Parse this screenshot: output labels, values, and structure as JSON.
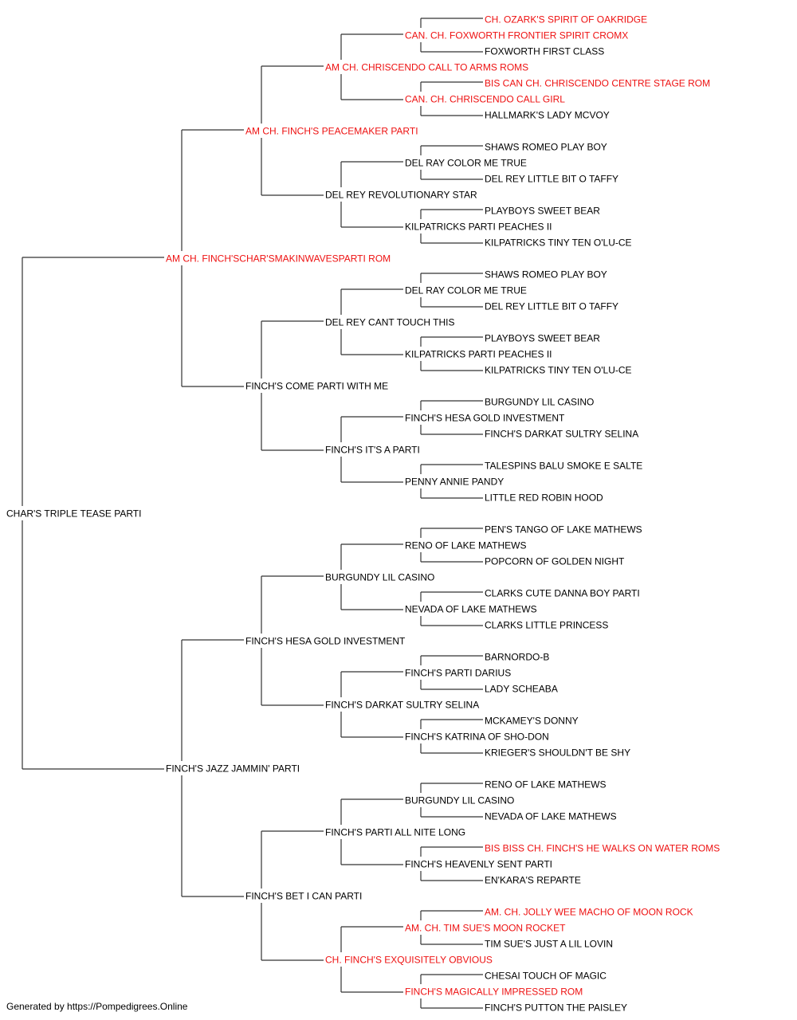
{
  "pedigree": {
    "subject": {
      "name": "CHAR'S TRIPLE TEASE PARTI",
      "titled": false
    },
    "sire": {
      "name": "AM CH. FINCH'SCHAR'SMAKINWAVESPARTI ROM",
      "titled": true,
      "sire": {
        "name": "AM CH. FINCH'S PEACEMAKER PARTI",
        "titled": true,
        "sire": {
          "name": "AM CH. CHRISCENDO CALL TO ARMS ROMS",
          "titled": true,
          "sire": {
            "name": "CAN. CH. FOXWORTH FRONTIER SPIRIT CROMX",
            "titled": true,
            "sire": {
              "name": "CH. OZARK'S SPIRIT OF OAKRIDGE",
              "titled": true
            },
            "dam": {
              "name": "FOXWORTH FIRST CLASS",
              "titled": false
            }
          },
          "dam": {
            "name": "CAN. CH. CHRISCENDO CALL GIRL",
            "titled": true,
            "sire": {
              "name": "BIS CAN CH. CHRISCENDO CENTRE STAGE ROM",
              "titled": true
            },
            "dam": {
              "name": "HALLMARK'S LADY MCVOY",
              "titled": false
            }
          }
        },
        "dam": {
          "name": "DEL REY REVOLUTIONARY STAR",
          "titled": false,
          "sire": {
            "name": "DEL RAY COLOR ME TRUE",
            "titled": false,
            "sire": {
              "name": "SHAWS ROMEO PLAY BOY",
              "titled": false
            },
            "dam": {
              "name": "DEL REY LITTLE BIT O TAFFY",
              "titled": false
            }
          },
          "dam": {
            "name": "KILPATRICKS PARTI PEACHES II",
            "titled": false,
            "sire": {
              "name": "PLAYBOYS SWEET BEAR",
              "titled": false
            },
            "dam": {
              "name": "KILPATRICKS TINY TEN O'LU-CE",
              "titled": false
            }
          }
        }
      },
      "dam": {
        "name": "FINCH'S COME PARTI WITH ME",
        "titled": false,
        "sire": {
          "name": "DEL REY CANT TOUCH THIS",
          "titled": false,
          "sire": {
            "name": "DEL RAY COLOR ME TRUE",
            "titled": false,
            "sire": {
              "name": "SHAWS ROMEO PLAY BOY",
              "titled": false
            },
            "dam": {
              "name": "DEL REY LITTLE BIT O TAFFY",
              "titled": false
            }
          },
          "dam": {
            "name": "KILPATRICKS PARTI PEACHES II",
            "titled": false,
            "sire": {
              "name": "PLAYBOYS SWEET BEAR",
              "titled": false
            },
            "dam": {
              "name": "KILPATRICKS TINY TEN O'LU-CE",
              "titled": false
            }
          }
        },
        "dam": {
          "name": "FINCH'S IT'S A PARTI",
          "titled": false,
          "sire": {
            "name": "FINCH'S HESA GOLD INVESTMENT",
            "titled": false,
            "sire": {
              "name": "BURGUNDY LIL CASINO",
              "titled": false
            },
            "dam": {
              "name": "FINCH'S DARKAT SULTRY SELINA",
              "titled": false
            }
          },
          "dam": {
            "name": "PENNY ANNIE PANDY",
            "titled": false,
            "sire": {
              "name": "TALESPINS BALU SMOKE E SALTE",
              "titled": false
            },
            "dam": {
              "name": "LITTLE RED ROBIN HOOD",
              "titled": false
            }
          }
        }
      }
    },
    "dam": {
      "name": "FINCH'S JAZZ JAMMIN' PARTI",
      "titled": false,
      "sire": {
        "name": "FINCH'S HESA GOLD INVESTMENT",
        "titled": false,
        "sire": {
          "name": "BURGUNDY LIL CASINO",
          "titled": false,
          "sire": {
            "name": "RENO OF LAKE MATHEWS",
            "titled": false,
            "sire": {
              "name": "PEN'S TANGO OF LAKE MATHEWS",
              "titled": false
            },
            "dam": {
              "name": "POPCORN OF GOLDEN NIGHT",
              "titled": false
            }
          },
          "dam": {
            "name": "NEVADA OF LAKE MATHEWS",
            "titled": false,
            "sire": {
              "name": "CLARKS CUTE DANNA BOY PARTI",
              "titled": false
            },
            "dam": {
              "name": "CLARKS LITTLE PRINCESS",
              "titled": false
            }
          }
        },
        "dam": {
          "name": "FINCH'S DARKAT SULTRY SELINA",
          "titled": false,
          "sire": {
            "name": "FINCH'S PARTI DARIUS",
            "titled": false,
            "sire": {
              "name": "BARNORDO-B",
              "titled": false
            },
            "dam": {
              "name": "LADY SCHEABA",
              "titled": false
            }
          },
          "dam": {
            "name": "FINCH'S KATRINA OF SHO-DON",
            "titled": false,
            "sire": {
              "name": "MCKAMEY'S DONNY",
              "titled": false
            },
            "dam": {
              "name": "KRIEGER'S SHOULDN'T BE SHY",
              "titled": false
            }
          }
        }
      },
      "dam": {
        "name": "FINCH'S BET I CAN PARTI",
        "titled": false,
        "sire": {
          "name": "FINCH'S PARTI ALL NITE LONG",
          "titled": false,
          "sire": {
            "name": "BURGUNDY LIL CASINO",
            "titled": false,
            "sire": {
              "name": "RENO OF LAKE MATHEWS",
              "titled": false
            },
            "dam": {
              "name": "NEVADA OF LAKE MATHEWS",
              "titled": false
            }
          },
          "dam": {
            "name": "FINCH'S HEAVENLY SENT PARTI",
            "titled": false,
            "sire": {
              "name": "BIS BISS CH. FINCH'S HE WALKS ON WATER ROMS",
              "titled": true
            },
            "dam": {
              "name": "EN'KARA'S REPARTE",
              "titled": false
            }
          }
        },
        "dam": {
          "name": "CH. FINCH'S EXQUISITELY OBVIOUS",
          "titled": true,
          "sire": {
            "name": "AM. CH. TIM SUE'S MOON ROCKET",
            "titled": true,
            "sire": {
              "name": "AM. CH. JOLLY WEE MACHO OF MOON ROCK",
              "titled": true
            },
            "dam": {
              "name": "TIM SUE'S JUST A LIL LOVIN",
              "titled": false
            }
          },
          "dam": {
            "name": "FINCH'S MAGICALLY IMPRESSED ROM",
            "titled": true,
            "sire": {
              "name": "CHESAI TOUCH OF MAGIC",
              "titled": false
            },
            "dam": {
              "name": "FINCH'S PUTTON THE PAISLEY",
              "titled": false
            }
          }
        }
      }
    }
  },
  "colors": {
    "titled": "#ee1111",
    "normal": "#000000",
    "line": "#333333"
  },
  "footer": {
    "text": "Generated by https://Pompedigrees.Online"
  }
}
